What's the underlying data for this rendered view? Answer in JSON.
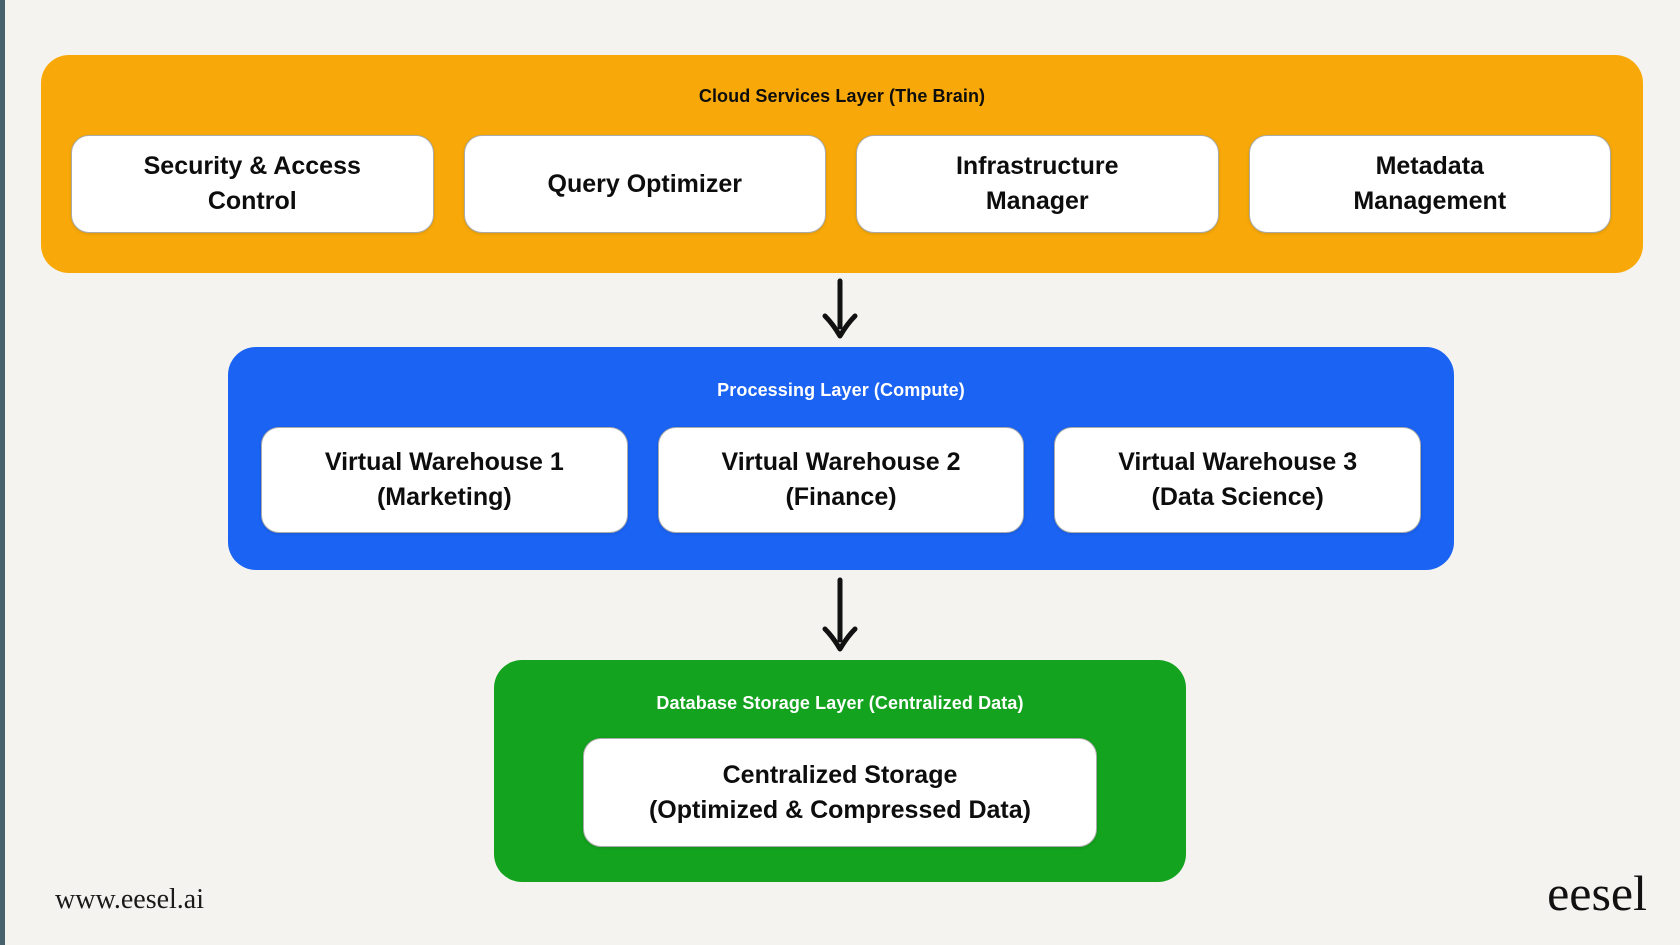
{
  "page": {
    "background_color": "#f4f3ef",
    "left_border_color": "#48626d",
    "arrow_color": "#111111"
  },
  "diagram": {
    "layers": [
      {
        "title": "Cloud Services Layer (The Brain)",
        "color": "#f8a909",
        "title_color": "#0d0d0d",
        "boxes": [
          {
            "line1": "Security & Access",
            "line2": "Control"
          },
          {
            "line1": "Query Optimizer",
            "line2": ""
          },
          {
            "line1": "Infrastructure",
            "line2": "Manager"
          },
          {
            "line1": "Metadata",
            "line2": "Management"
          }
        ]
      },
      {
        "title": "Processing Layer (Compute)",
        "color": "#1b63f3",
        "title_color": "#ffffff",
        "boxes": [
          {
            "line1": "Virtual Warehouse 1",
            "line2": "(Marketing)"
          },
          {
            "line1": "Virtual Warehouse 2",
            "line2": "(Finance)"
          },
          {
            "line1": "Virtual Warehouse 3",
            "line2": "(Data Science)"
          }
        ]
      },
      {
        "title": "Database Storage Layer (Centralized Data)",
        "color": "#13a31e",
        "title_color": "#ffffff",
        "boxes": [
          {
            "line1": "Centralized Storage",
            "line2": "(Optimized & Compressed Data)"
          }
        ]
      }
    ]
  },
  "footer": {
    "website": "www.eesel.ai",
    "logo": "eesel"
  }
}
